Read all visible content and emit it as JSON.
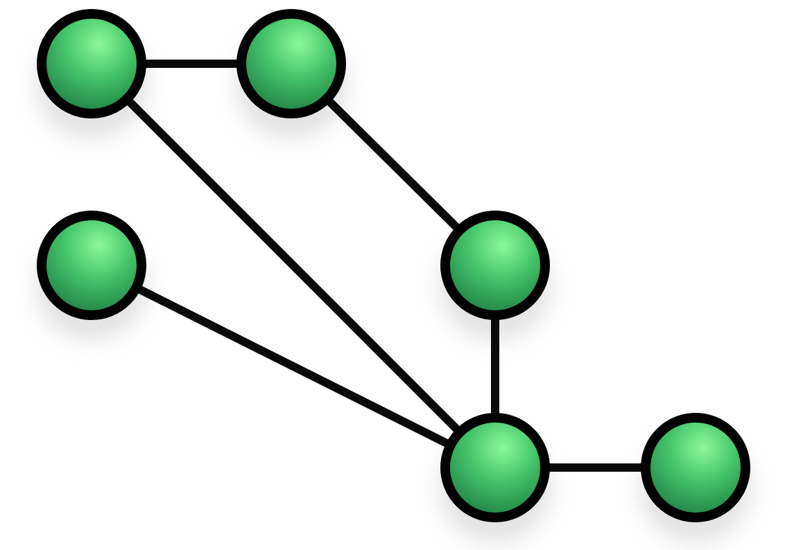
{
  "diagram": {
    "type": "network-graph",
    "node_count": 6,
    "nodes": [
      {
        "id": "n1"
      },
      {
        "id": "n2"
      },
      {
        "id": "n3"
      },
      {
        "id": "n4"
      },
      {
        "id": "n5"
      },
      {
        "id": "n6"
      }
    ],
    "edges": [
      [
        "n1",
        "n2"
      ],
      [
        "n1",
        "n5"
      ],
      [
        "n2",
        "n4"
      ],
      [
        "n3",
        "n5"
      ],
      [
        "n4",
        "n5"
      ],
      [
        "n5",
        "n6"
      ]
    ],
    "colors": {
      "node_highlight": "#8cf99a",
      "node_mid": "#45c46a",
      "node_dark": "#1c7a42",
      "outline": "#000000",
      "edge": "#0a0a0a",
      "shadow": "#d9d9d9"
    }
  }
}
